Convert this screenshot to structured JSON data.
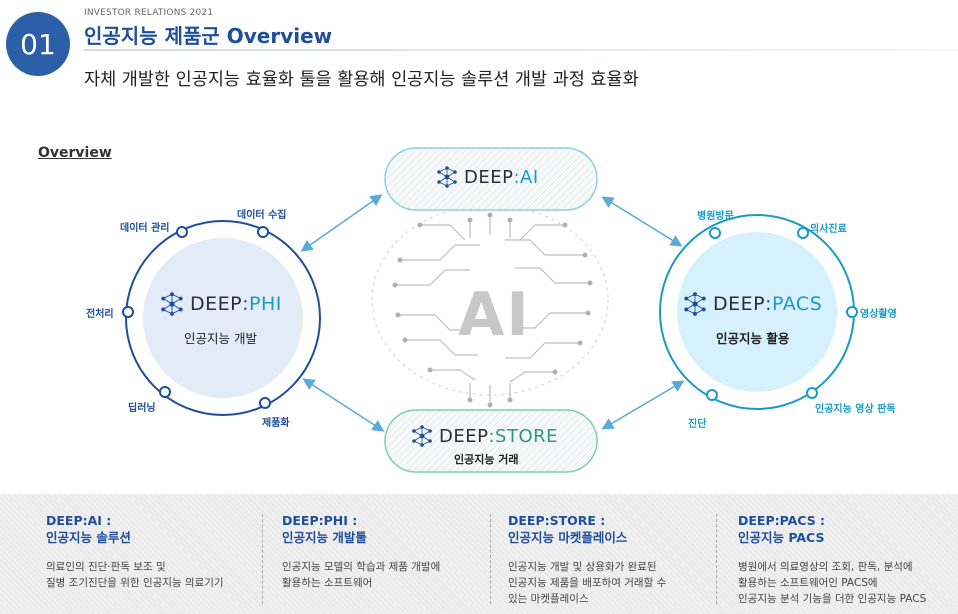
{
  "header": {
    "number": "01",
    "ir_label": "INVESTOR RELATIONS 2021",
    "title": "인공지능 제품군 Overview",
    "subtitle": "자체 개발한 인공지능 효율화 툴을 활용해 인공지능 솔루션 개발 과정 효율화"
  },
  "overview_label": "Overview",
  "center": {
    "text": "AI"
  },
  "deep_ai": {
    "prefix": "DEEP",
    "colon": ":",
    "suffix": "AI"
  },
  "deep_store": {
    "prefix": "DEEP",
    "colon": ":",
    "suffix": "STORE",
    "caption": "인공지능 거래"
  },
  "deep_phi": {
    "prefix": "DEEP",
    "colon": ":",
    "suffix": "PHI",
    "caption": "인공지능 개발",
    "nodes": [
      "데이터 수집",
      "데이터 관리",
      "전처리",
      "딥러닝",
      "제품화"
    ]
  },
  "deep_pacs": {
    "prefix": "DEEP",
    "colon": ":",
    "suffix": "PACS",
    "caption": "인공지능 활용",
    "nodes": [
      "병원방문",
      "의사진료",
      "영상촬영",
      "인공지능 영상 판독",
      "진단"
    ]
  },
  "columns": [
    {
      "head1": "DEEP:AI :",
      "head2": "인공지능 솔루션",
      "lines": [
        "의료인의 진단·판독 보조 및",
        "질병 조기진단을 위한 인공지능 의료기기"
      ]
    },
    {
      "head1": "DEEP:PHI :",
      "head2": "인공지능 개발툴",
      "lines": [
        "인공지능 모델의 학습과 제품 개발에",
        "활용하는 소프트웨어"
      ]
    },
    {
      "head1": "DEEP:STORE :",
      "head2": "인공지능 마켓플레이스",
      "lines": [
        "인공지능 개발 및 상용화가 완료된",
        "인공지능 제품을 배포하여 거래할 수",
        "있는 마켓플레이스"
      ]
    },
    {
      "head1": "DEEP:PACS :",
      "head2": "인공지능 PACS",
      "lines": [
        "병원에서 의료영상의 조회, 판독, 분석에",
        "활용하는 소프트웨어인 PACS에",
        "인공지능 분석 기능을 더한 인공지능 PACS"
      ]
    }
  ],
  "colors": {
    "primary": "#1f4e9a",
    "cyan": "#1a9bc7",
    "green": "#2e9a7e",
    "phi_fill": "#e3ebf7",
    "pacs_fill": "#d6f1fb"
  }
}
